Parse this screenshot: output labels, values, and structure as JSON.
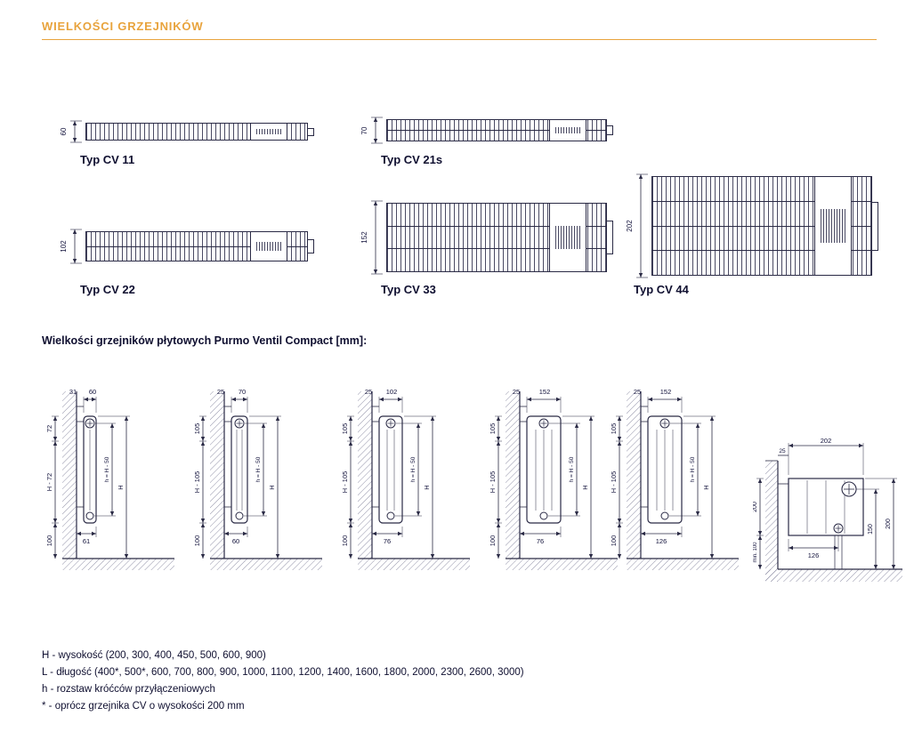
{
  "page": {
    "title": "WIELKOŚCI GRZEJNIKÓW",
    "section_title": "Wielkości grzejników płytowych Purmo Ventil Compact [mm]:",
    "accent_color": "#E8A33C"
  },
  "top_views": [
    {
      "label": "Typ CV 11",
      "height_dim": "60"
    },
    {
      "label": "Typ CV 21s",
      "height_dim": "70"
    },
    {
      "label": "Typ CV 22",
      "height_dim": "102"
    },
    {
      "label": "Typ CV 33",
      "height_dim": "152"
    },
    {
      "label": "Typ CV 44",
      "height_dim": "202"
    }
  ],
  "side_views": [
    {
      "top_width": "60",
      "wall_gap": "31",
      "top_offset": "72",
      "mid_height": "H - 72",
      "bottom_height": "100",
      "bottom_width": "61",
      "conn_spacing": "h = H - 50",
      "total_height": "H"
    },
    {
      "top_width": "70",
      "wall_gap": "25",
      "top_offset": "105",
      "mid_height": "H - 105",
      "bottom_height": "100",
      "bottom_width": "60",
      "conn_spacing": "h = H - 50",
      "total_height": "H"
    },
    {
      "top_width": "102",
      "wall_gap": "25",
      "top_offset": "105",
      "mid_height": "H - 105",
      "bottom_height": "100",
      "bottom_width": "76",
      "conn_spacing": "h = H - 50",
      "total_height": "H"
    },
    {
      "top_width": "152",
      "wall_gap": "25",
      "top_offset": "105",
      "mid_height": "H - 105",
      "bottom_height": "100",
      "bottom_width": "76",
      "conn_spacing": "h = H - 50",
      "total_height": "H"
    },
    {
      "top_width": "152",
      "wall_gap": "25",
      "top_offset": "105",
      "mid_height": "H - 105",
      "bottom_height": "100",
      "bottom_width": "126",
      "conn_spacing": "h = H - 50",
      "total_height": "H"
    }
  ],
  "corner_view": {
    "top_width": "202",
    "wall_gap": "25",
    "bracket_height": "200",
    "floor_clearance": "min. 100",
    "conn_width": "126",
    "conn_height": "150",
    "total_height": "200"
  },
  "legend": {
    "lines": [
      "H - wysokość (200, 300, 400, 450, 500, 600, 900)",
      "L - długość (400*, 500*, 600, 700, 800, 900, 1000, 1100, 1200, 1400, 1600, 1800, 2000, 2300, 2600, 3000)",
      "h - rozstaw króćców przyłączeniowych",
      "* - oprócz grzejnika CV o wysokości 200 mm"
    ]
  }
}
